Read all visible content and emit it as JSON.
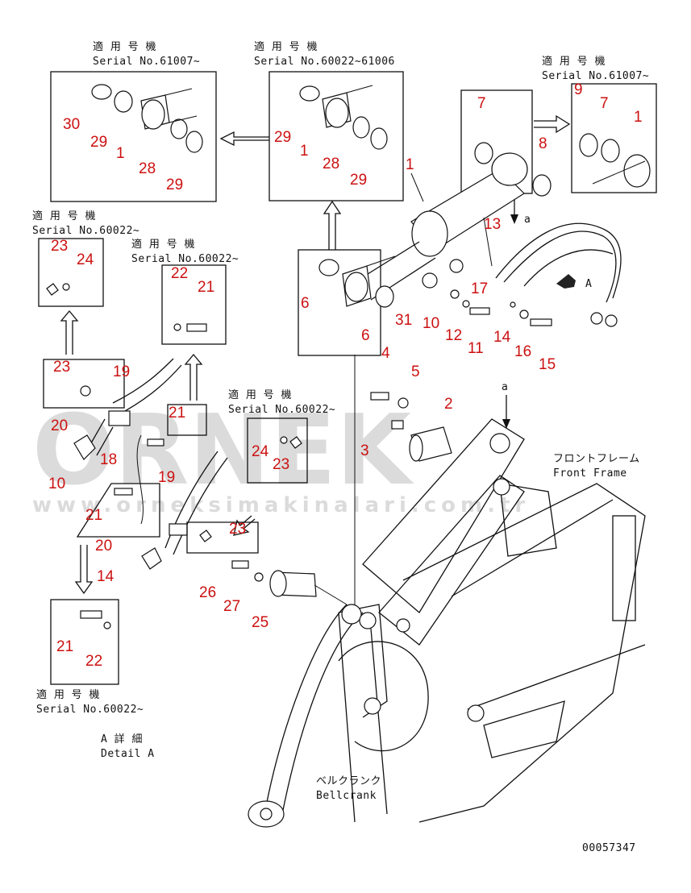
{
  "serial_labels": {
    "a_ja": "適 用 号 機",
    "a_en": "Serial No.61007~",
    "b_ja": "適 用 号 機",
    "b_en": "Serial No.60022~61006",
    "c_ja": "適 用 号 機",
    "c_en": "Serial No.61007~",
    "d_ja": "適 用 号 機",
    "d_en": "Serial No.60022~",
    "e_ja": "適 用 号 機",
    "e_en": "Serial No.60022~",
    "f_ja": "適 用 号 機",
    "f_en": "Serial No.60022~",
    "g_ja": "適 用 号 機",
    "g_en": "Serial No.60022~"
  },
  "annotations": {
    "front_frame_ja": "フロントフレーム",
    "front_frame_en": "Front Frame",
    "bellcrank_ja": "ベルクランク",
    "bellcrank_en": "Bellcrank",
    "detail_ja": "A 詳 細",
    "detail_en": "Detail A",
    "view_a": "A",
    "arrow_a1": "a",
    "arrow_a2": "a",
    "drawing_no": "00057347"
  },
  "watermark": {
    "brand": "ORNEK",
    "url": "www.orneksimakinalari.com.tr"
  },
  "callouts": [
    "30",
    "29",
    "1",
    "28",
    "29",
    "29",
    "1",
    "28",
    "29",
    "7",
    "1",
    "8",
    "9",
    "7",
    "1",
    "13",
    "17",
    "31",
    "10",
    "12",
    "11",
    "14",
    "16",
    "15",
    "6",
    "6",
    "4",
    "23",
    "24",
    "22",
    "21",
    "23",
    "19",
    "20",
    "10",
    "18",
    "21",
    "5",
    "2",
    "3",
    "24",
    "23",
    "21",
    "19",
    "20",
    "23",
    "14",
    "26",
    "27",
    "25",
    "21",
    "22"
  ]
}
